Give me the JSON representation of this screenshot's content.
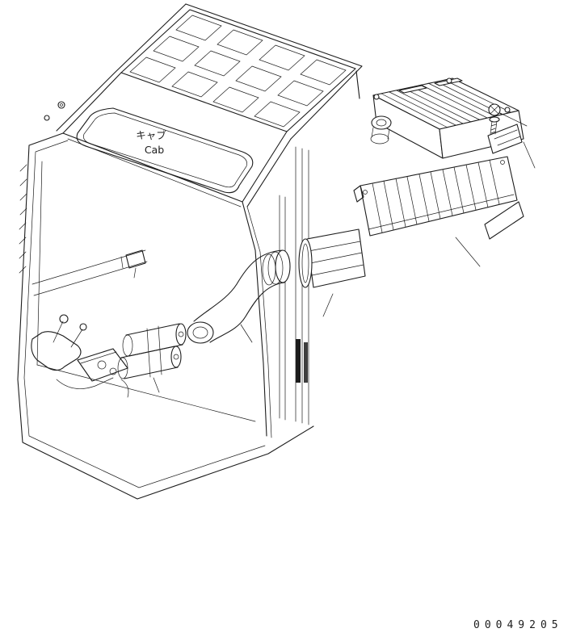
{
  "figure": {
    "kind": "exploded-parts-line-drawing",
    "subject": "operator cab with air conditioner duct parts"
  },
  "labels": {
    "cab_jp": "キャブ",
    "cab_en": "Cab"
  },
  "footer": {
    "part_number": "00049205"
  },
  "colors": {
    "line": "#1c1c1c",
    "background": "#ffffff"
  }
}
